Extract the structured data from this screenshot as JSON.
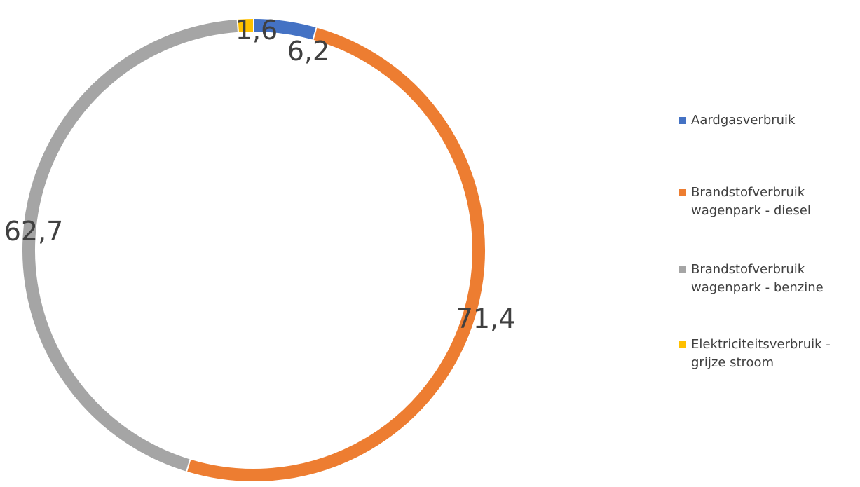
{
  "chart_data": {
    "type": "pie",
    "variant": "doughnut",
    "title": "",
    "categories": [
      "Aardgasverbruik",
      "Brandstofverbruik\nwagenpark - diesel",
      "Brandstofverbruik\nwagenpark - benzine",
      "Elektriciteitsverbruik -\ngrijze stroom"
    ],
    "values": [
      6.2,
      71.4,
      62.7,
      1.6
    ],
    "labels": [
      "6,2",
      "71,4",
      "62,7",
      "1,6"
    ],
    "colors": [
      "#4472C4",
      "#ED7D31",
      "#A5A5A5",
      "#FFC000"
    ],
    "legend_position": "right"
  }
}
